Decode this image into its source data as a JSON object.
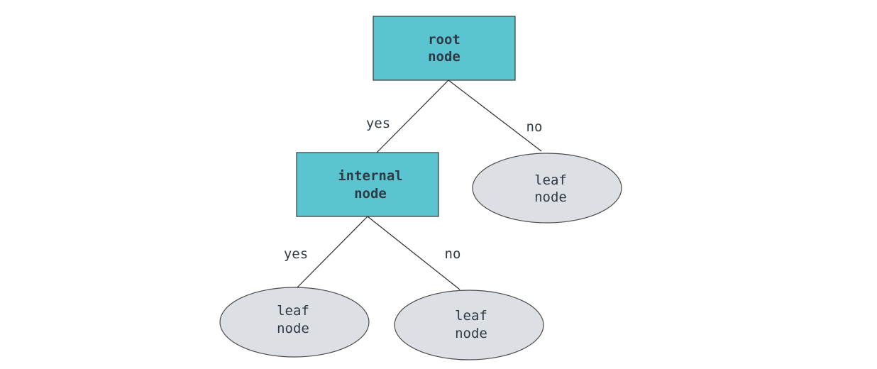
{
  "colors": {
    "decision_fill": "#5bc4d1",
    "leaf_fill": "#dcdfe4",
    "text": "#2e3a44",
    "edge": "#2b2b2b"
  },
  "nodes": {
    "root": {
      "line1": "root",
      "line2": "node"
    },
    "internal": {
      "line1": "internal",
      "line2": "node"
    },
    "leaf_right": {
      "line1": "leaf",
      "line2": "node"
    },
    "leaf_bottom_left": {
      "line1": "leaf",
      "line2": "node"
    },
    "leaf_bottom_right": {
      "line1": "leaf",
      "line2": "node"
    }
  },
  "edges": {
    "root_yes": "yes",
    "root_no": "no",
    "internal_yes": "yes",
    "internal_no": "no"
  }
}
